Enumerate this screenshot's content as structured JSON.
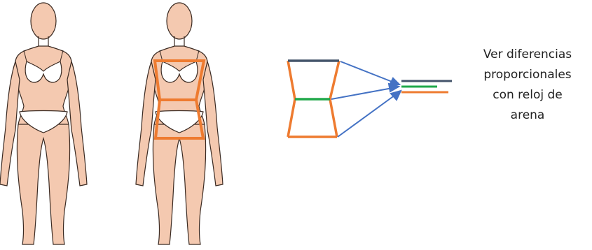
{
  "caption": {
    "lines": [
      "Ver diferencias",
      "proporcionales",
      "con reloj de",
      "arena"
    ]
  },
  "colors": {
    "skin": "#f4c9b0",
    "skin_outline": "#3a2a22",
    "underwear": "#ffffff",
    "frame_orange": "#ee7b30",
    "shoulder_line": "#44546a",
    "waist_line": "#20a84a",
    "arrow_blue": "#4472c4"
  },
  "icons": {
    "figure_plain": "woman-figure-icon",
    "figure_framed": "woman-figure-with-hourglass-frame-icon"
  }
}
